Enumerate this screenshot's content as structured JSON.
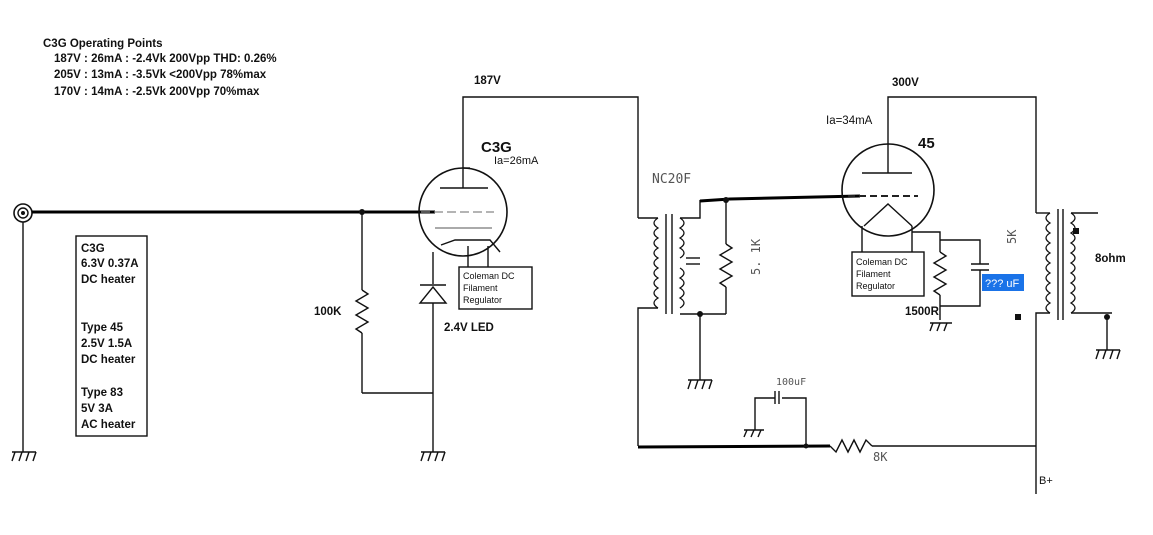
{
  "operating_points": {
    "title": "C3G Operating Points",
    "lines": [
      "187V : 26mA : -2.4Vk 200Vpp THD: 0.26%",
      "205V : 13mA : -3.5Vk <200Vpp 78%max",
      "170V : 14mA : -2.5Vk 200Vpp 70%max"
    ]
  },
  "heater_notes": [
    "C3G",
    "6.3V 0.37A",
    "DC heater",
    "",
    "Type 45",
    "2.5V 1.5A",
    "DC heater",
    "",
    "Type 83",
    "5V 3A",
    "AC heater"
  ],
  "stage1": {
    "tube": "C3G",
    "plate_current": "Ia=26mA",
    "plate_voltage": "187V",
    "grid_resistor": "100K",
    "led_label": "2.4V  LED",
    "regulator": [
      "Coleman DC",
      "Filament",
      "Regulator"
    ]
  },
  "interstage": {
    "transformer": "NC20F",
    "load_resistor": "5. 1K"
  },
  "stage2": {
    "tube": "45",
    "plate_current": "Ia=34mA",
    "plate_voltage": "300V",
    "regulator": [
      "Coleman DC",
      "Filament",
      "Regulator"
    ],
    "cathode_resistor": "1500R",
    "cathode_cap": "??? uF",
    "output_primary": "5K",
    "output_secondary": "8ohm"
  },
  "supply": {
    "filter_cap": "100uF",
    "dropping_resistor": "8K",
    "bplus": "B+"
  },
  "colors": {
    "highlight": "#1a73e8",
    "ink": "#111111"
  }
}
